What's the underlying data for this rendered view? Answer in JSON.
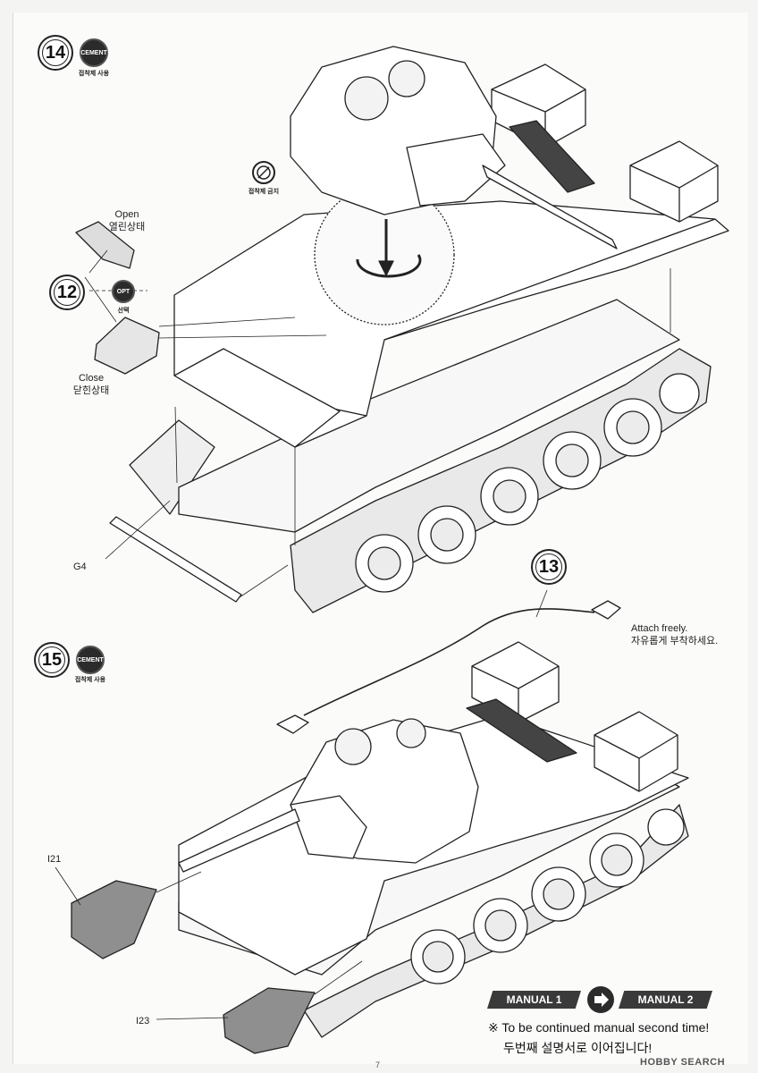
{
  "steps": [
    {
      "number": "14",
      "cement": "CEMENT",
      "cement_note": "접착제 사용"
    },
    {
      "number": "12"
    },
    {
      "number": "13"
    },
    {
      "number": "15",
      "cement": "CEMENT",
      "cement_note": "접착제 사용"
    }
  ],
  "no_cement_note": "접착제 금지",
  "opt_badge": "OPT",
  "opt_note": "선택",
  "open_label": "Open",
  "open_label_ko": "열린상태",
  "close_label": "Close",
  "close_label_ko": "닫힌상태",
  "part_g4": "G4",
  "part_i21": "I21",
  "part_i23": "I23",
  "attach_note": "Attach freely.",
  "attach_note_ko": "자유롭게 부착하세요.",
  "manual_from": "MANUAL 1",
  "manual_to": "MANUAL 2",
  "continued_note": "※ To be continued manual second time!",
  "continued_note_ko": "두번째 설명서로 이어집니다!",
  "watermark": "HOBBY SEARCH",
  "page_number": "7"
}
